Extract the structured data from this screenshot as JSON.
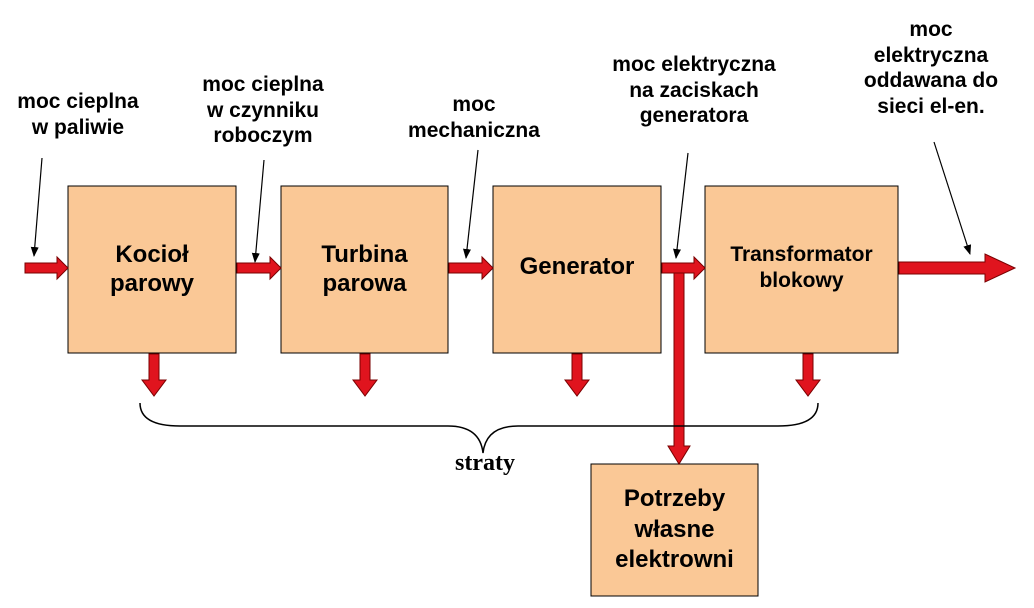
{
  "colors": {
    "box_fill": "#FAC896",
    "box_stroke": "#000000",
    "arrow_fill": "#E0141E",
    "arrow_stroke": "#7A0000"
  },
  "blocks": {
    "boiler": "Kocioł\nparowy",
    "turbine": "Turbina\nparowa",
    "generator": "Generator",
    "transformer": "Transformator\nblokowy",
    "own_needs": "Potrzeby\nwłasne\nelektrowni"
  },
  "annotations": {
    "fuel_heat": "moc cieplna\nw paliwie",
    "working_medium_heat": "moc cieplna\nw czynniku\nroboczym",
    "mechanical": "moc\nmechaniczna",
    "generator_terminals": "moc elektryczna\nna zaciskach\ngeneratora",
    "grid_output": "moc\nelektryczna\noddawana do\nsieci el-en."
  },
  "losses_label": "straty"
}
